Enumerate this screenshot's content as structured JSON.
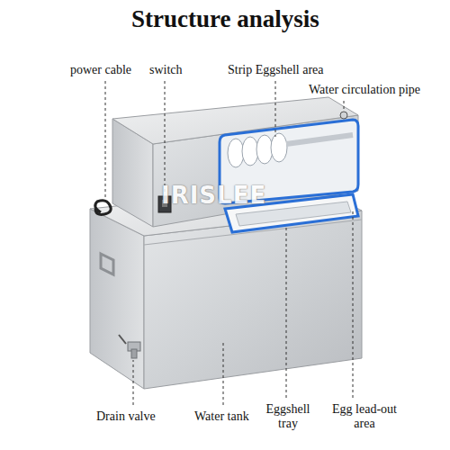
{
  "diagram": {
    "title": "Structure analysis",
    "labels": [
      "power cable",
      "switch",
      "Strip Eggshell area",
      "Water circulation pipe",
      "IRISLEE",
      "Drain valve",
      "Water tank",
      "Eggshell tray",
      "Egg lead-out area"
    ]
  }
}
